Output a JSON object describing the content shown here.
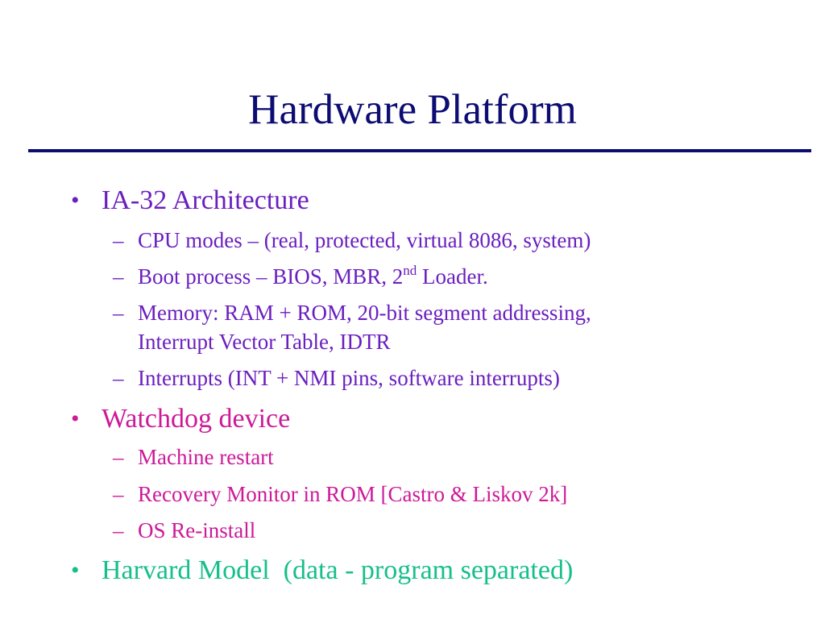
{
  "title": "Hardware Platform",
  "colors": {
    "title": "#0c0c72",
    "group1": "#6a1fbf",
    "group2": "#cc1a99",
    "group3": "#16bf8a"
  },
  "bullets": [
    {
      "text": "IA-32 Architecture",
      "sub": [
        "CPU modes – (real, protected, virtual 8086, system)",
        {
          "before": "Boot process – BIOS, MBR, 2",
          "sup": "nd",
          "after": " Loader."
        },
        {
          "line1": "Memory: RAM + ROM, 20-bit segment addressing,",
          "line2": "Interrupt Vector Table, IDTR"
        },
        "Interrupts (INT + NMI pins, software interrupts)"
      ]
    },
    {
      "text": "Watchdog device",
      "sub": [
        "Machine restart",
        "Recovery Monitor in ROM [Castro & Liskov 2k]",
        "OS Re-install"
      ]
    },
    {
      "text": "Harvard Model  (data - program separated)",
      "sub": []
    }
  ],
  "symbols": {
    "bullet": "•",
    "dash": "–"
  }
}
